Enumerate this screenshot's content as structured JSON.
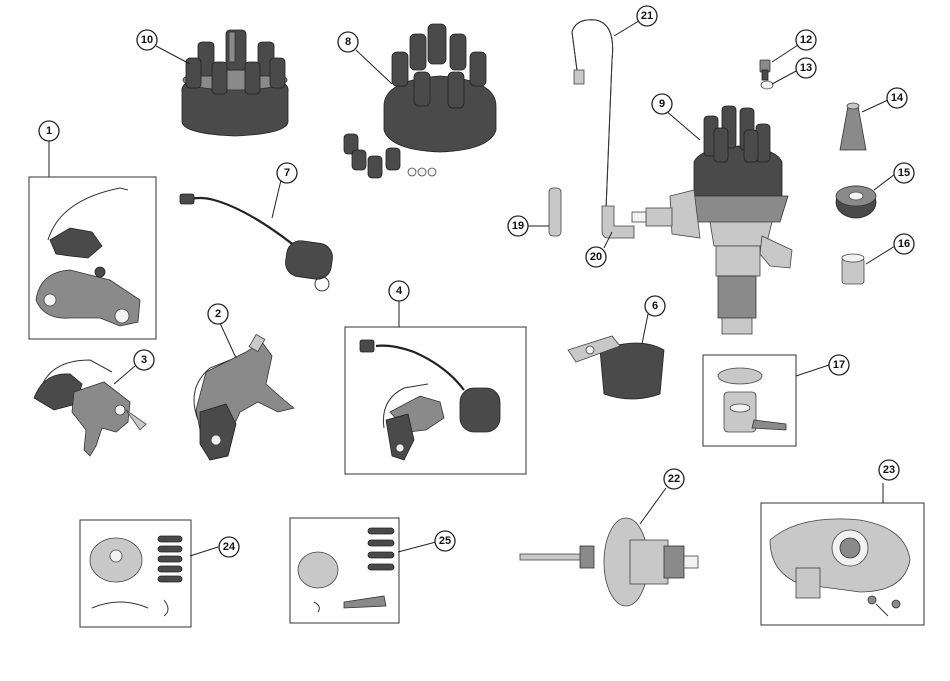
{
  "callouts": {
    "c1": "1",
    "c2": "2",
    "c3": "3",
    "c4": "4",
    "c6": "6",
    "c7": "7",
    "c8": "8",
    "c9": "9",
    "c10": "10",
    "c12": "12",
    "c13": "13",
    "c14": "14",
    "c15": "15",
    "c16": "16",
    "c17": "17",
    "c19": "19",
    "c20": "20",
    "c21": "21",
    "c22": "22",
    "c23": "23",
    "c24": "24",
    "c25": "25"
  },
  "icons": {
    "p10": "distributor-cap-icon",
    "p8": "distributor-cap-with-boots-icon",
    "p9": "distributor-assembly-icon",
    "p7": "condenser-icon"
  }
}
